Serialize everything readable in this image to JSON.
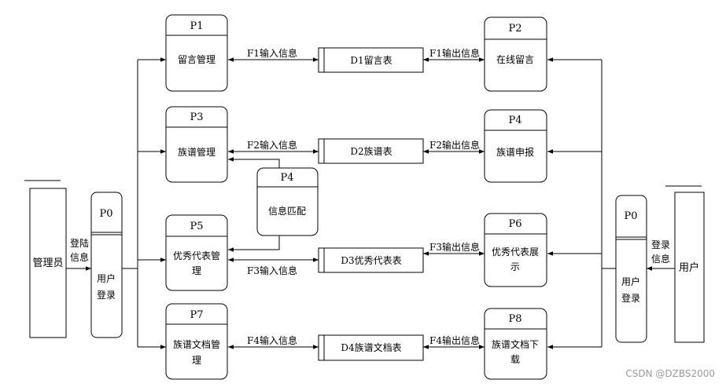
{
  "entities": {
    "admin": "管理员",
    "user": "用户"
  },
  "login_processes": {
    "left": {
      "id": "P0",
      "label_lines": [
        "用户",
        "登录"
      ]
    },
    "right": {
      "id": "P0",
      "label_lines": [
        "用户",
        "登录"
      ]
    }
  },
  "login_flows": {
    "left": [
      "登陆",
      "信息"
    ],
    "right": [
      "登录",
      "信息"
    ]
  },
  "processes": {
    "p1": {
      "id": "P1",
      "label_lines": [
        "留言管理"
      ]
    },
    "p2": {
      "id": "P2",
      "label_lines": [
        "在线留言"
      ]
    },
    "p3": {
      "id": "P3",
      "label_lines": [
        "族谱管理"
      ]
    },
    "p4a": {
      "id": "P4",
      "label_lines": [
        "族谱申报"
      ]
    },
    "p4b": {
      "id": "P4",
      "label_lines": [
        "信息匹配"
      ]
    },
    "p5": {
      "id": "P5",
      "label_lines": [
        "优秀代表管",
        "理"
      ]
    },
    "p6": {
      "id": "P6",
      "label_lines": [
        "优秀代表展",
        "示"
      ]
    },
    "p7": {
      "id": "P7",
      "label_lines": [
        "族谱文档管",
        "理"
      ]
    },
    "p8": {
      "id": "P8",
      "label_lines": [
        "族谱文档下",
        "载"
      ]
    }
  },
  "stores": {
    "d1": "D1留言表",
    "d2": "D2族谱表",
    "d3": "D3优秀代表表",
    "d4": "D4族谱文档表"
  },
  "flows": {
    "f1_in": "F1输入信息",
    "f1_out": "F1输出信息",
    "f2_in": "F2输入信息",
    "f2_out": "F2输出信息",
    "f3_in": "F3输入信息",
    "f3_out": "F3输出信息",
    "f4_in": "F4输入信息",
    "f4_out": "F4输出信息"
  },
  "watermark": "CSDN @DZBS2000"
}
